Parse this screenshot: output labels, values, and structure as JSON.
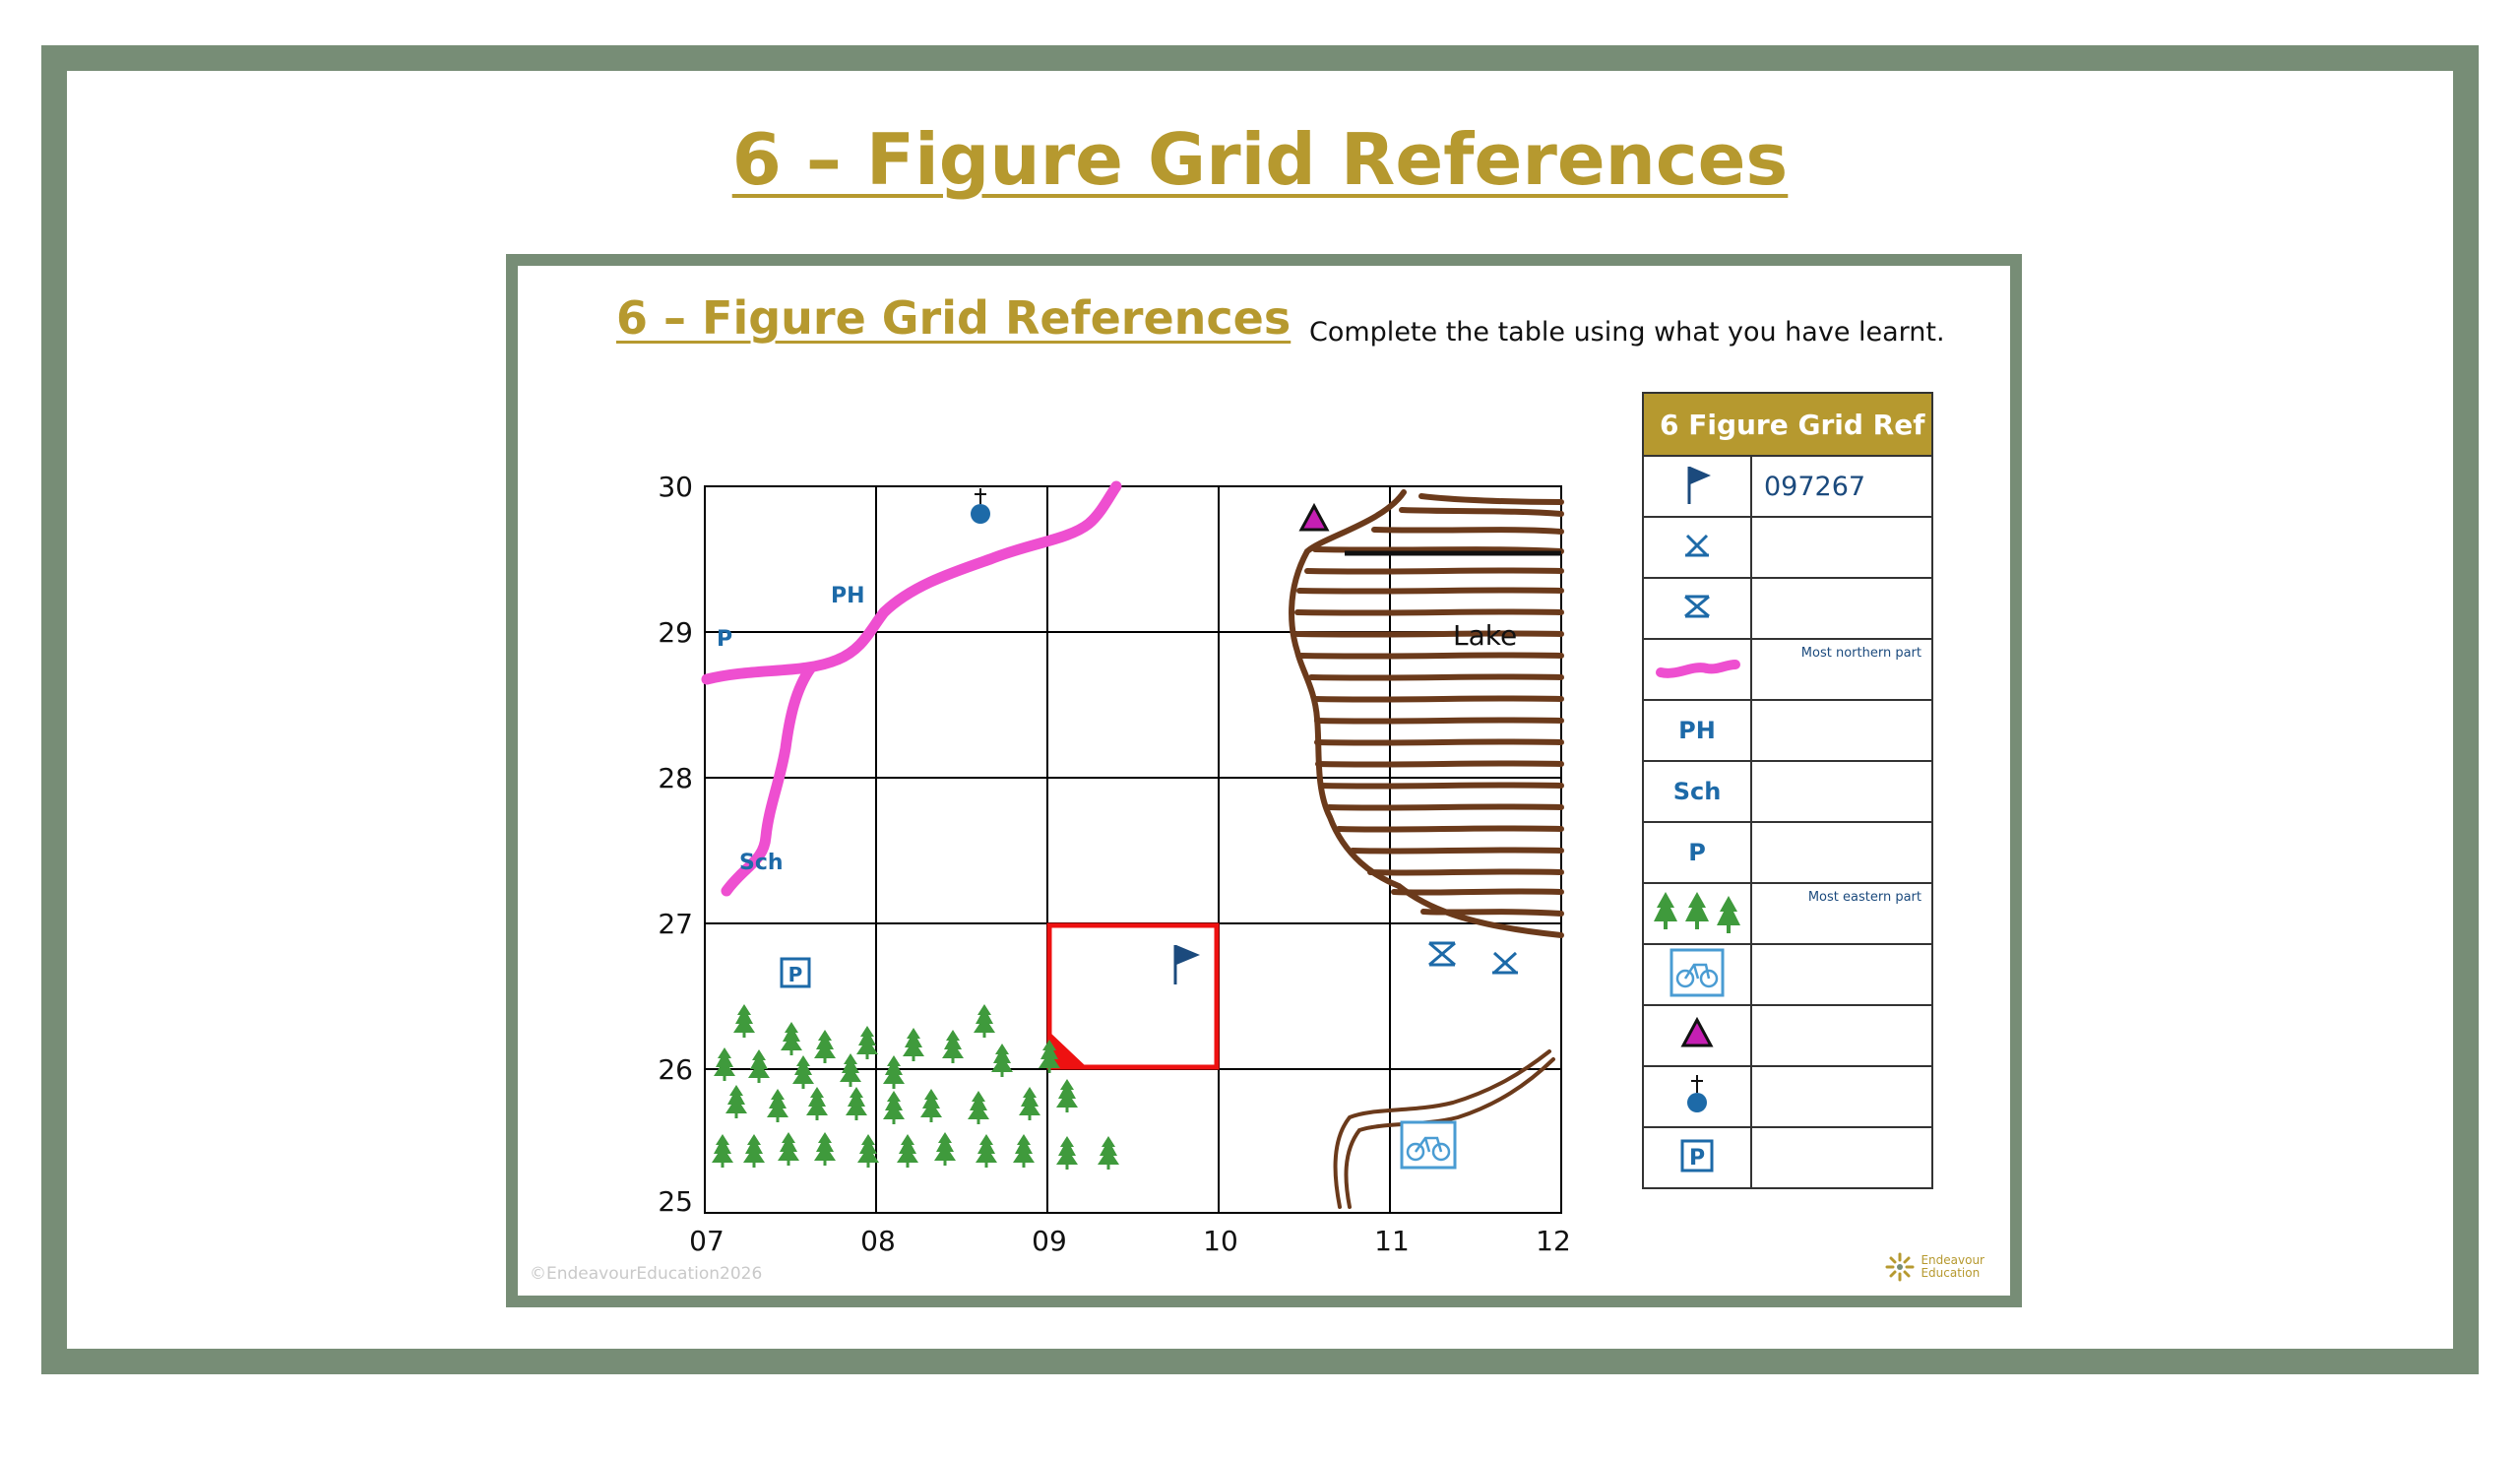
{
  "page": {
    "title": "6 – Figure Grid References"
  },
  "slide": {
    "title": "6 – Figure Grid References",
    "instruction": "Complete the table using what you have learnt.",
    "copyright": "©EndeavourEducation2026",
    "logo_line1": "Endeavour",
    "logo_line2": "Education"
  },
  "map": {
    "eastings": [
      "07",
      "08",
      "09",
      "10",
      "11",
      "12"
    ],
    "northings": [
      "30",
      "29",
      "28",
      "27",
      "26",
      "25"
    ],
    "labels": {
      "ph": "PH",
      "p": "P",
      "sch": "Sch",
      "lake": "Lake",
      "parking": "P"
    },
    "colors": {
      "road": "#ee4fd0",
      "river": "#6b3a1b",
      "grid": "#000000",
      "trees": "#3f9a3c",
      "highlight": "#ee1111",
      "symbols": "#1d6aa8"
    }
  },
  "table": {
    "header": "6 Figure Grid Ref",
    "rows": [
      {
        "icon": "flag-icon",
        "value": "097267",
        "note": ""
      },
      {
        "icon": "campsite-icon",
        "value": "",
        "note": ""
      },
      {
        "icon": "caravan-icon",
        "value": "",
        "note": ""
      },
      {
        "icon": "road-icon",
        "value": "",
        "note": "Most northern part"
      },
      {
        "icon": "ph",
        "label": "PH",
        "value": "",
        "note": ""
      },
      {
        "icon": "sch",
        "label": "Sch",
        "value": "",
        "note": ""
      },
      {
        "icon": "p",
        "label": "P",
        "value": "",
        "note": ""
      },
      {
        "icon": "trees-icon",
        "value": "",
        "note": "Most eastern part"
      },
      {
        "icon": "bicycle-icon",
        "value": "",
        "note": ""
      },
      {
        "icon": "triangle-icon",
        "value": "",
        "note": ""
      },
      {
        "icon": "church-icon",
        "value": "",
        "note": ""
      },
      {
        "icon": "parking-icon",
        "label": "P",
        "value": "",
        "note": ""
      }
    ]
  }
}
